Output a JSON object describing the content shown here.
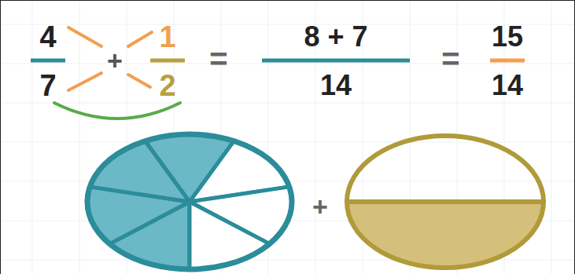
{
  "diagram": {
    "labels": [
      "4",
      "7",
      "+",
      "1",
      "2",
      "=",
      "8 + 7",
      "14",
      "=",
      "15",
      "14",
      "+"
    ]
  }
}
